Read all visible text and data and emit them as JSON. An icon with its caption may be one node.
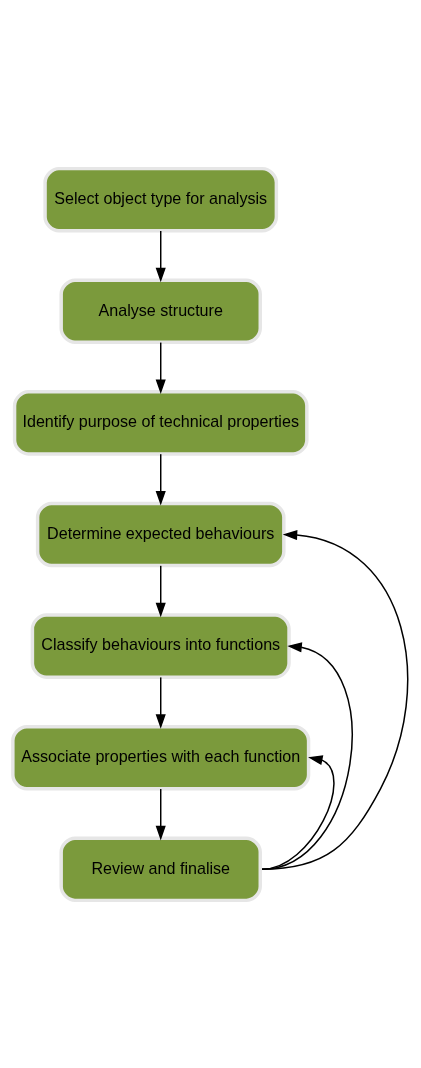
{
  "diagram": {
    "nodes": [
      {
        "text": [
          "Select object type for analysis"
        ]
      },
      {
        "text": [
          "Analyse structure"
        ]
      },
      {
        "text": [
          "Identify purpose of technical properties"
        ]
      },
      {
        "text": [
          "Determine expected behaviours"
        ]
      },
      {
        "text": [
          "Classify behaviours into functions"
        ]
      },
      {
        "text": [
          "Associate properties with each function"
        ]
      },
      {
        "text": [
          "Review and finalise"
        ]
      }
    ],
    "edges": [
      {
        "from": 0,
        "to": 1,
        "arrow": "to"
      },
      {
        "from": 1,
        "to": 2,
        "arrow": "to"
      },
      {
        "from": 2,
        "to": 3,
        "arrow": "to"
      },
      {
        "from": 3,
        "to": 4,
        "arrow": "to"
      },
      {
        "from": 4,
        "to": 5,
        "arrow": "to"
      },
      {
        "from": 5,
        "to": 6,
        "arrow": "to"
      },
      {
        "from": 6,
        "to": 5,
        "arrow": "to"
      },
      {
        "from": 6,
        "to": 4,
        "arrow": "to"
      },
      {
        "from": 6,
        "to": 3,
        "arrow": "to"
      }
    ]
  }
}
